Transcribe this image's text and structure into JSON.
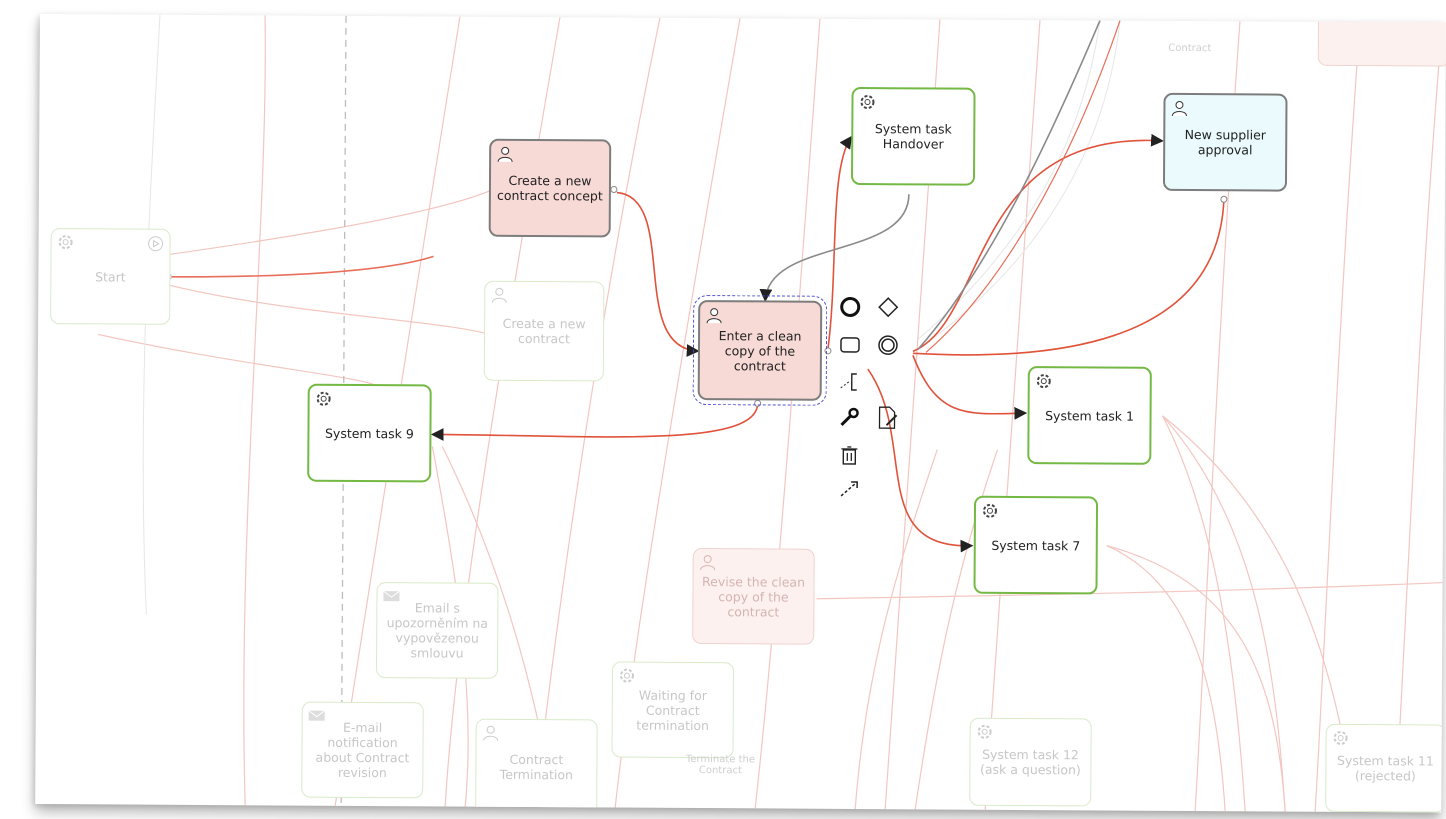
{
  "nodes": {
    "start": "Start",
    "create_concept": "Create a new contract concept",
    "create_contract": "Create a new contract",
    "handover": "System task Handover",
    "supplier": "New supplier approval",
    "clean_copy": "Enter a clean copy of the contract",
    "st9": "System task 9",
    "st1": "System task 1",
    "st7": "System task 7",
    "revise": "Revise the clean copy of the contract",
    "email_cz": "Email s upozorněním na vypovězenou smlouvu",
    "email_rev": "E-mail notification about Contract revision",
    "termination": "Contract Termination",
    "waiting": "Waiting for Contract termination",
    "st12": "System task 12 (ask a question)",
    "st11": "System task 11 (rejected)"
  },
  "labels": {
    "contract_top": "Contract",
    "terminate": "Terminate the Contract"
  },
  "tools": [
    "end-event-icon",
    "gateway-icon",
    "task-icon",
    "intermediate-event-icon",
    "annotation-icon",
    "wrench-icon",
    "data-object-icon",
    "trash-icon",
    "connect-icon"
  ],
  "colors": {
    "system_border": "#74b944",
    "user_fill": "#f7d9d6",
    "edge_red": "#e0533a",
    "edge_gray": "#8a8a8a"
  }
}
